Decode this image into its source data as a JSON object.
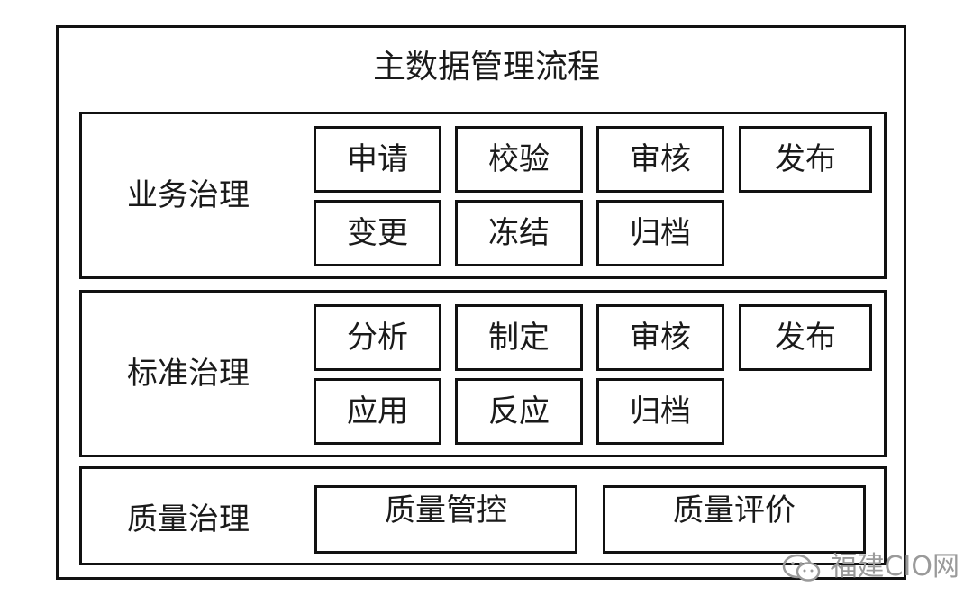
{
  "title": "主数据管理流程",
  "sections": [
    {
      "label": "业务治理",
      "row1": [
        "申请",
        "校验",
        "审核",
        "发布"
      ],
      "row2": [
        "变更",
        "冻结",
        "归档"
      ]
    },
    {
      "label": "标准治理",
      "row1": [
        "分析",
        "制定",
        "审核",
        "发布"
      ],
      "row2": [
        "应用",
        "反应",
        "归档"
      ]
    },
    {
      "label": "质量治理",
      "items": [
        "质量管控",
        "质量评价"
      ]
    }
  ],
  "watermark": {
    "text": "福建CIO网",
    "icon": "wechat-icon"
  }
}
